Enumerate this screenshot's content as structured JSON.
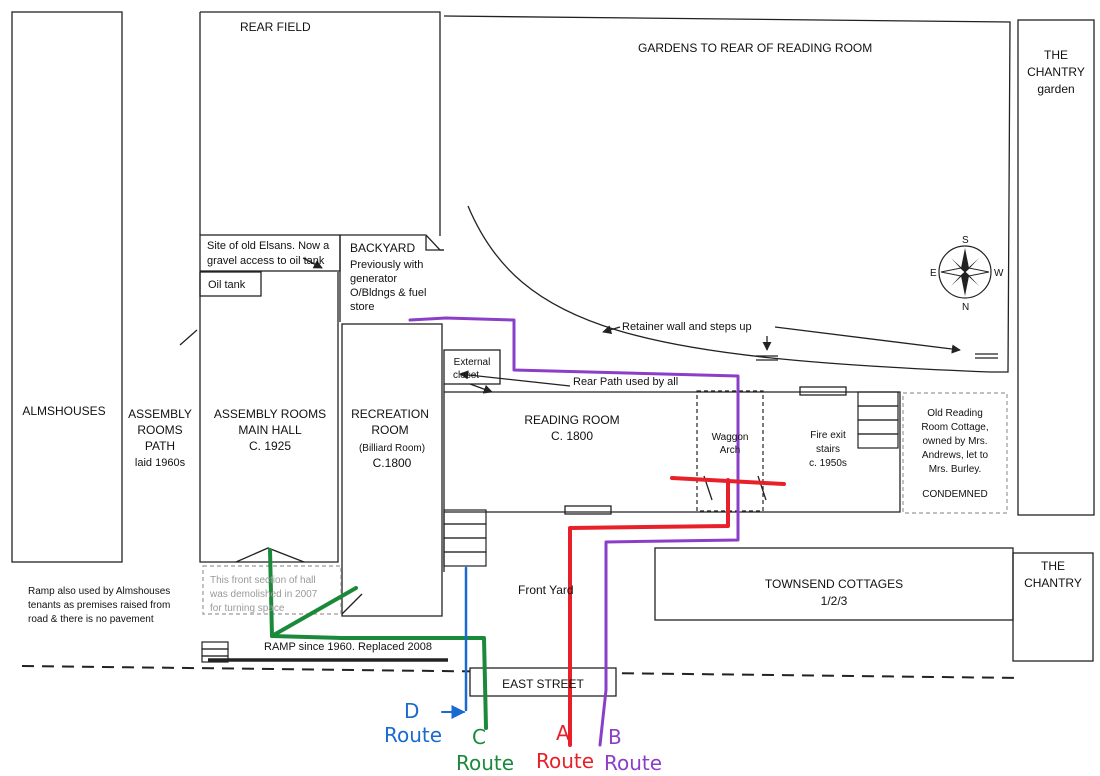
{
  "labels": {
    "rear_field": "REAR FIELD",
    "gardens": "GARDENS TO REAR OF READING ROOM",
    "chantry_garden_1": "THE",
    "chantry_garden_2": "CHANTRY",
    "chantry_garden_3": "garden",
    "almshouses": "ALMSHOUSES",
    "assembly_path_1": "ASSEMBLY",
    "assembly_path_2": "ROOMS",
    "assembly_path_3": "PATH",
    "assembly_path_4": "laid 1960s",
    "elsans_1": "Site of old Elsans. Now a",
    "elsans_2": "gravel access to oil tank",
    "oil_tank": "Oil tank",
    "backyard_1": "BACKYARD",
    "backyard_2": "Previously with",
    "backyard_3": "generator",
    "backyard_4": "O/Bldngs & fuel",
    "backyard_5": "store",
    "main_hall_1": "ASSEMBLY ROOMS",
    "main_hall_2": "MAIN HALL",
    "main_hall_3": "C. 1925",
    "recreation_1": "RECREATION",
    "recreation_2": "ROOM",
    "recreation_3": "(Billiard Room)",
    "recreation_4": "C.1800",
    "external_1": "External",
    "external_2": "closet",
    "rear_path": "Rear Path used by all",
    "retainer": "Retainer wall and steps up",
    "reading_1": "READING ROOM",
    "reading_2": "C. 1800",
    "waggon_1": "Waggon",
    "waggon_2": "Arch",
    "fire_1": "Fire exit",
    "fire_2": "stairs",
    "fire_3": "c. 1950s",
    "cottage_1": "Old Reading",
    "cottage_2": "Room Cottage,",
    "cottage_3": "owned by Mrs.",
    "cottage_4": "Andrews, let to",
    "cottage_5": "Mrs. Burley.",
    "cottage_6": "CONDEMNED",
    "townsend_1": "TOWNSEND COTTAGES",
    "townsend_2": "1/2/3",
    "chantry_1": "THE",
    "chantry_2": "CHANTRY",
    "front_yard": "Front Yard",
    "demolished_1": "This front section of hall",
    "demolished_2": "was demolished in 2007",
    "demolished_3": "for turning space",
    "ramp_note_1": "Ramp also used by Almshouses",
    "ramp_note_2": "tenants as premises raised from",
    "ramp_note_3": "road & there is no pavement",
    "ramp": "RAMP since 1960. Replaced 2008",
    "east_street": "EAST STREET",
    "compass_s": "S",
    "compass_w": "W",
    "compass_n": "N",
    "compass_e": "E"
  },
  "routes": [
    {
      "letter": "A",
      "word": "Route",
      "color": "#e8202a"
    },
    {
      "letter": "B",
      "word": "Route",
      "color": "#8b3fc8"
    },
    {
      "letter": "C",
      "word": "Route",
      "color": "#1a8a3a"
    },
    {
      "letter": "D",
      "word": "Route",
      "color": "#1a6ad0"
    }
  ],
  "colors": {
    "route_a": "#e8202a",
    "route_b": "#8b3fc8",
    "route_c": "#1a8a3a",
    "route_d": "#1a6ad0",
    "lines": "#222222",
    "dashed_grey": "#9a9a9a"
  }
}
